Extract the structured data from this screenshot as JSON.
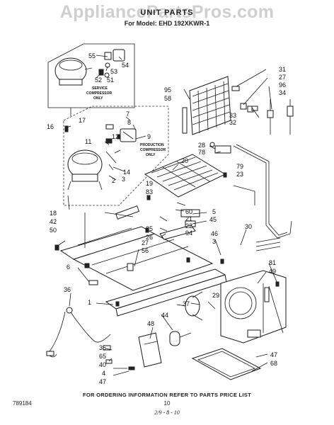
{
  "watermark": "AppliancePartsPros.com",
  "title": "UNIT PARTS",
  "model_line": "For Model: EHD 192XKWR-1",
  "notes": {
    "service": "SERVICE COMPRESSOR ONLY",
    "service_l1": "SERVICE",
    "service_l2": "COMPRESSOR",
    "service_l3": "ONLY",
    "production_l1": "PRODUCTION",
    "production_l2": "COMPRESSOR",
    "production_l3": "ONLY"
  },
  "labels": {
    "l55": "55",
    "l54": "54",
    "l53": "53",
    "l52": "52",
    "l51": "51",
    "l17": "17",
    "l16": "16",
    "l7": "7",
    "l8": "8",
    "l9": "9",
    "l11": "11",
    "l12": "12",
    "l14": "14",
    "l2": "2",
    "l3": "3",
    "l19": "19",
    "l83": "83",
    "l18": "18",
    "l42": "42",
    "l50": "50",
    "l95": "95",
    "l58": "58",
    "l31": "31",
    "l27": "27",
    "l96": "96",
    "l34": "34",
    "l33": "33",
    "l32": "32",
    "l28": "28",
    "l78": "78",
    "l79": "79",
    "l23": "23",
    "l60": "60",
    "l21": "21",
    "l22": "22",
    "l94": "94",
    "l5": "5",
    "l45": "45",
    "l25": "25",
    "l26": "26",
    "l46": "46",
    "l30": "30",
    "l27b": "27",
    "l56": "56",
    "l6": "6",
    "l81": "81",
    "l49": "49",
    "l1": "1",
    "l36": "36",
    "l29": "29",
    "l37": "37",
    "l44": "44",
    "l48": "48",
    "l35": "35",
    "l65": "65",
    "l40": "40",
    "l4": "4",
    "l47a": "47",
    "l47b": "47",
    "l68": "68",
    "l3b": "3",
    "l20": "20"
  },
  "footer": "FOR ORDERING INFORMATION REFER TO PARTS PRICE LIST",
  "page_number": "10",
  "doc_number": "789184",
  "date": "2/9 - 8 - 10"
}
